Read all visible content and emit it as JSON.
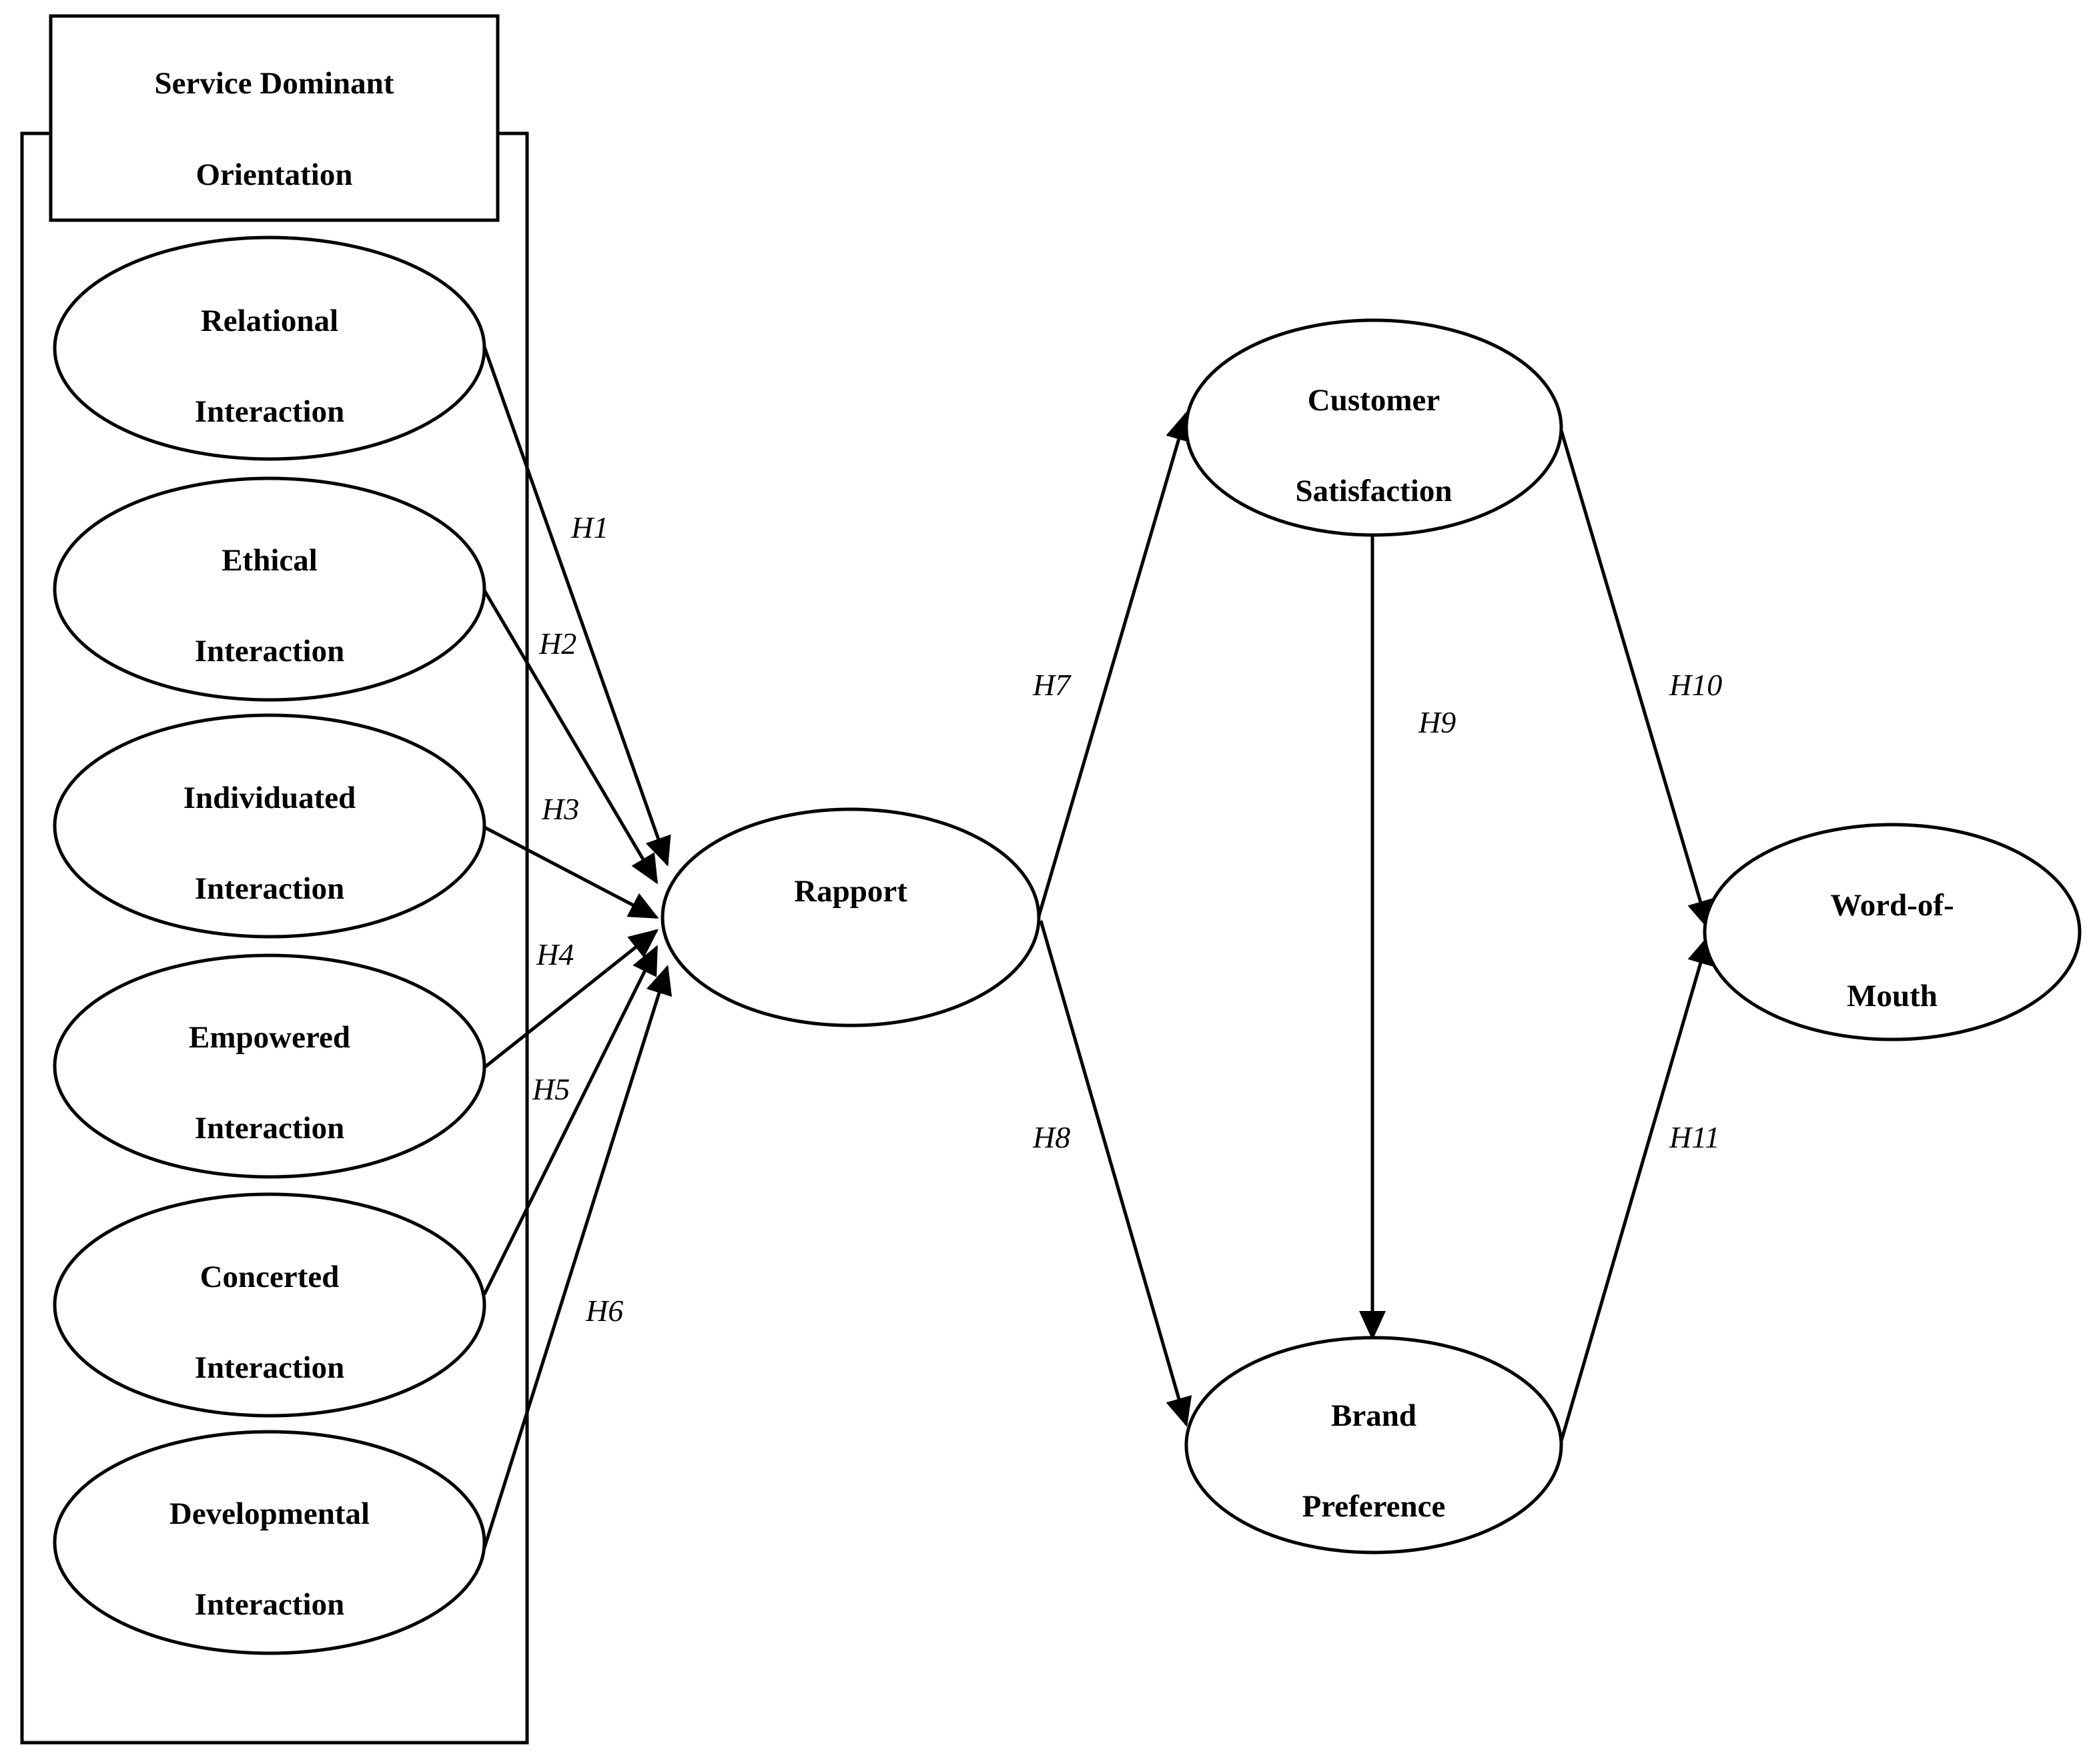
{
  "group": {
    "title_line1": "Service Dominant",
    "title_line2": "Orientation"
  },
  "nodes": {
    "relational": {
      "line1": "Relational",
      "line2": "Interaction"
    },
    "ethical": {
      "line1": "Ethical",
      "line2": "Interaction"
    },
    "individuated": {
      "line1": "Individuated",
      "line2": "Interaction"
    },
    "empowered": {
      "line1": "Empowered",
      "line2": "Interaction"
    },
    "concerted": {
      "line1": "Concerted",
      "line2": "Interaction"
    },
    "developmental": {
      "line1": "Developmental",
      "line2": "Interaction"
    },
    "rapport": {
      "line1": "Rapport"
    },
    "satisfaction": {
      "line1": "Customer",
      "line2": "Satisfaction"
    },
    "brand": {
      "line1": "Brand",
      "line2": "Preference"
    },
    "wom": {
      "line1": "Word-of-",
      "line2": "Mouth"
    }
  },
  "hypotheses": {
    "h1": "H1",
    "h2": "H2",
    "h3": "H3",
    "h4": "H4",
    "h5": "H5",
    "h6": "H6",
    "h7": "H7",
    "h8": "H8",
    "h9": "H9",
    "h10": "H10",
    "h11": "H11"
  },
  "edges": [
    {
      "from": "Relational Interaction",
      "to": "Rapport",
      "label": "H1"
    },
    {
      "from": "Ethical Interaction",
      "to": "Rapport",
      "label": "H2"
    },
    {
      "from": "Individuated Interaction",
      "to": "Rapport",
      "label": "H3"
    },
    {
      "from": "Empowered Interaction",
      "to": "Rapport",
      "label": "H4"
    },
    {
      "from": "Concerted Interaction",
      "to": "Rapport",
      "label": "H5"
    },
    {
      "from": "Developmental Interaction",
      "to": "Rapport",
      "label": "H6"
    },
    {
      "from": "Rapport",
      "to": "Customer Satisfaction",
      "label": "H7"
    },
    {
      "from": "Rapport",
      "to": "Brand Preference",
      "label": "H8"
    },
    {
      "from": "Customer Satisfaction",
      "to": "Brand Preference",
      "label": "H9"
    },
    {
      "from": "Customer Satisfaction",
      "to": "Word-of-Mouth",
      "label": "H10"
    },
    {
      "from": "Brand Preference",
      "to": "Word-of-Mouth",
      "label": "H11"
    }
  ]
}
